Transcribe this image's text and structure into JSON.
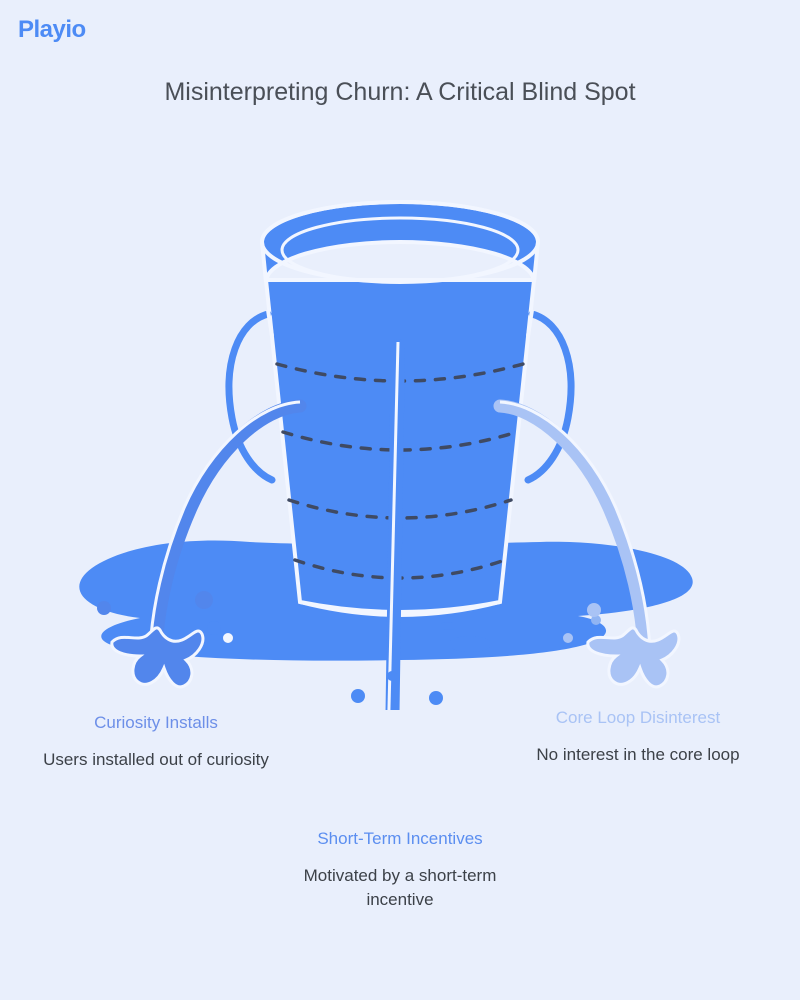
{
  "brand": {
    "name": "Playio",
    "color": "#4d8bf5"
  },
  "header": {
    "title": "Misinterpreting Churn: A Critical Blind Spot",
    "title_color": "#4a4f57"
  },
  "illustration": {
    "name": "leaky-bucket-diagram",
    "bucket_color": "#4d8bf5",
    "outline_color": "#f2f6ff",
    "dash_color": "#3f4a63",
    "puddle_color": "#4d8bf5",
    "stream_left_color": "#5286ec",
    "stream_center_color": "#4d8bf5",
    "stream_right_color": "#a9c3f5",
    "background_color": "#e9effc"
  },
  "leaks": [
    {
      "id": "curiosity-installs",
      "heading": "Curiosity Installs",
      "description": "Users installed out of curiosity",
      "heading_color": "#6d8fe8",
      "tone": "tone-strong"
    },
    {
      "id": "short-term-incentives",
      "heading": "Short-Term Incentives",
      "description": "Motivated by a short-term incentive",
      "heading_color": "#5b8ef0",
      "tone": "tone-bright"
    },
    {
      "id": "core-loop-disinterest",
      "heading": "Core Loop Disinterest",
      "description": "No interest in the core loop",
      "heading_color": "#a9c3f5",
      "tone": "tone-light"
    }
  ]
}
